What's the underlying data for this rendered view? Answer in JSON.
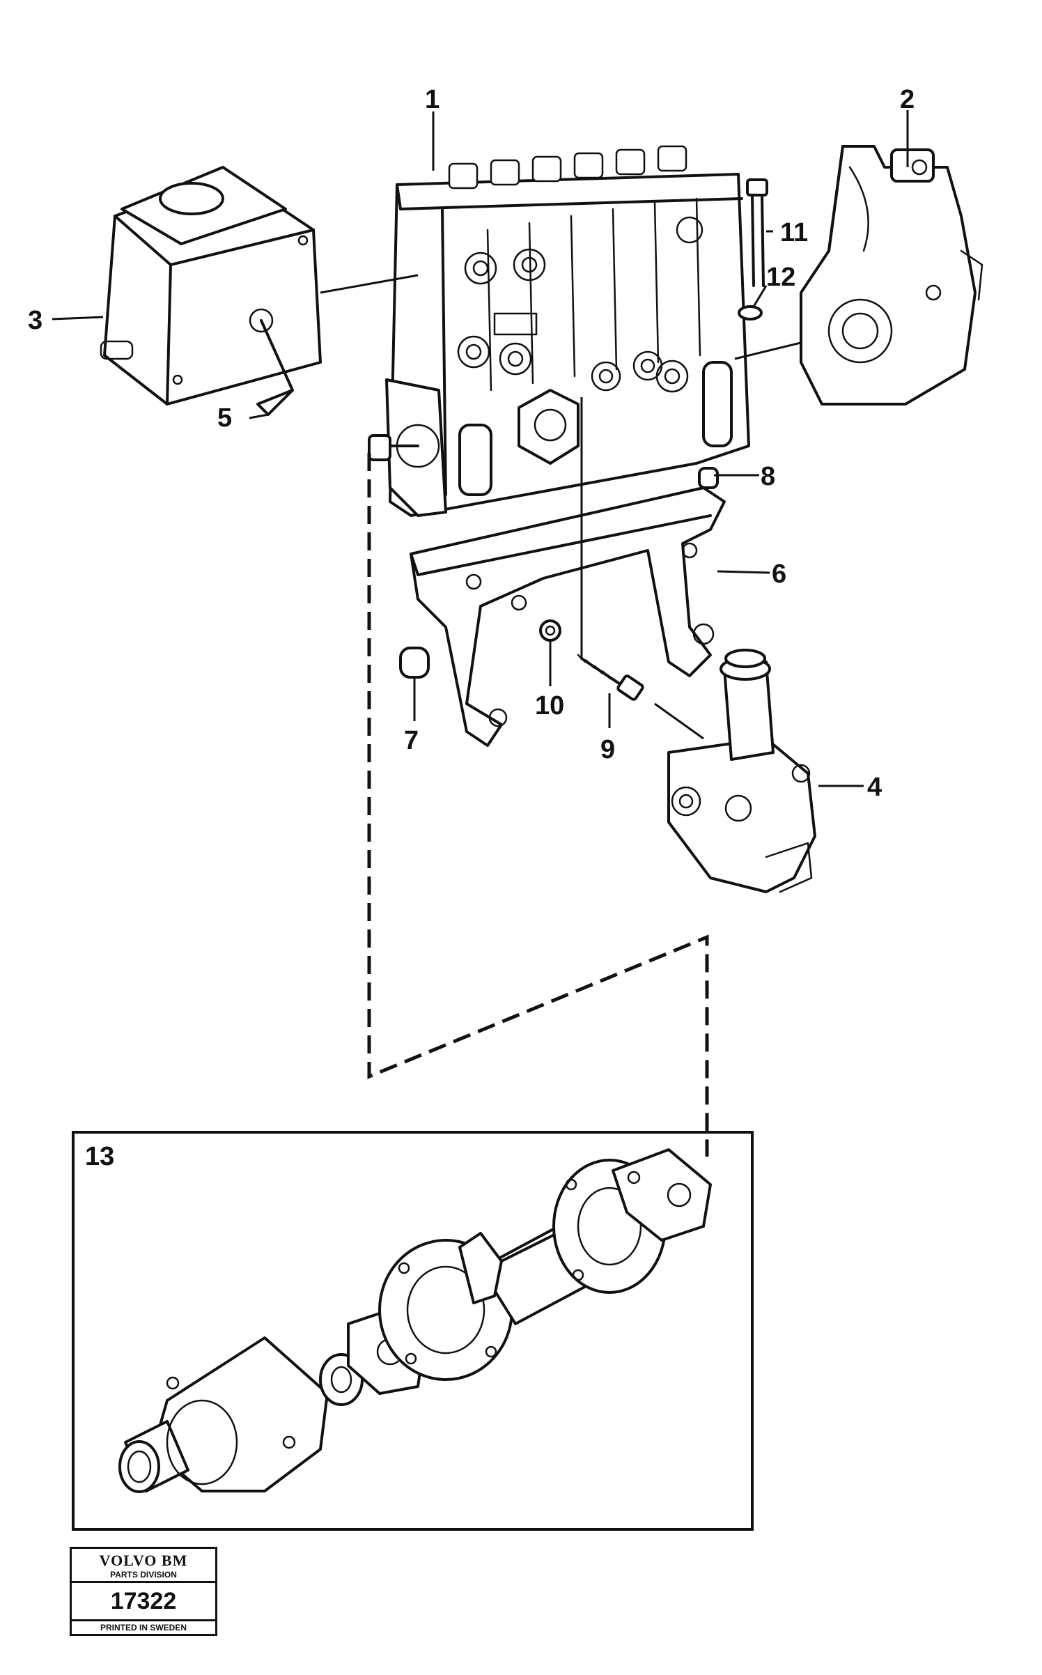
{
  "callouts": {
    "p1": "1",
    "p2": "2",
    "p3": "3",
    "p4": "4",
    "p5": "5",
    "p6": "6",
    "p7": "7",
    "p8": "8",
    "p9": "9",
    "p10": "10",
    "p11": "11",
    "p12": "12",
    "p13": "13"
  },
  "stamp": {
    "brand": "VOLVO BM",
    "division": "PARTS DIVISION",
    "number": "17322",
    "footer": "PRINTED IN SWEDEN"
  }
}
